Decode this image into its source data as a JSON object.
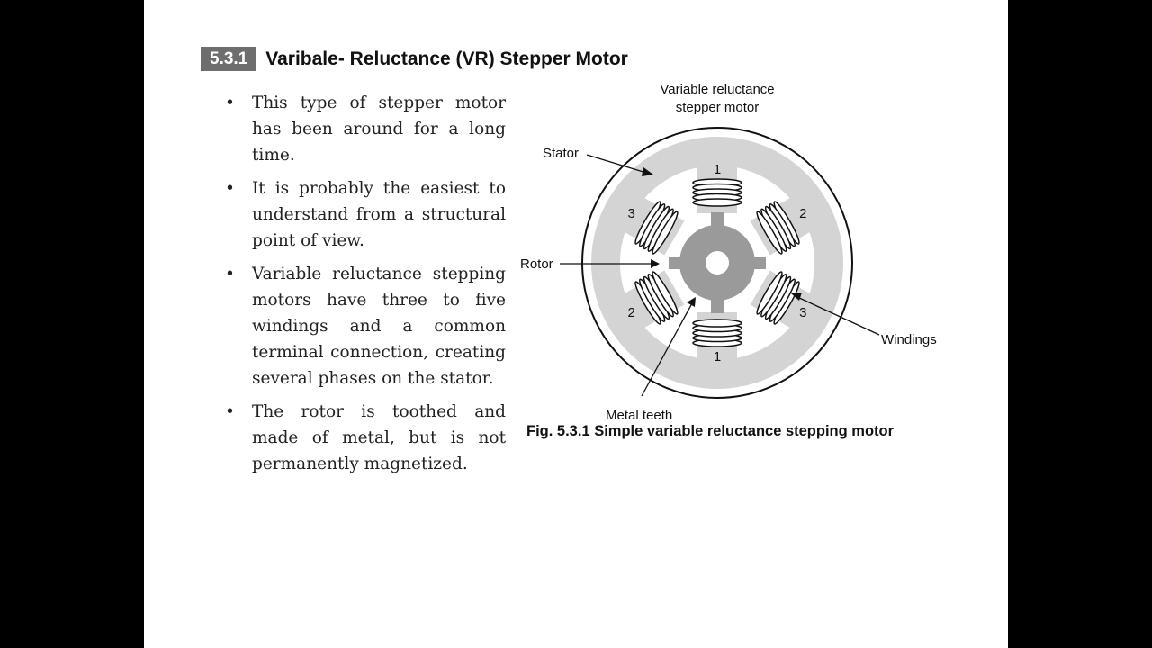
{
  "section": {
    "number": "5.3.1",
    "title": "Varibale- Reluctance (VR) Stepper Motor"
  },
  "bullets": [
    "This type of stepper motor has been around for a long time.",
    "It is probably the easiest to understand from a structural point of view.",
    "Variable reluctance stepping motors have three to five windings and a common terminal connection, creating several phases on the stator.",
    "The rotor is toothed and made of metal, but is not permanently magnetized."
  ],
  "figure": {
    "label_title_line1": "Variable reluctance",
    "label_title_line2": "stepper motor",
    "label_stator": "Stator",
    "label_rotor": "Rotor",
    "label_windings": "Windings",
    "label_metal_teeth": "Metal teeth",
    "pole_numbers": [
      "1",
      "2",
      "3",
      "1",
      "2",
      "3"
    ],
    "caption": "Fig. 5.3.1 Simple variable reluctance stepping motor"
  }
}
